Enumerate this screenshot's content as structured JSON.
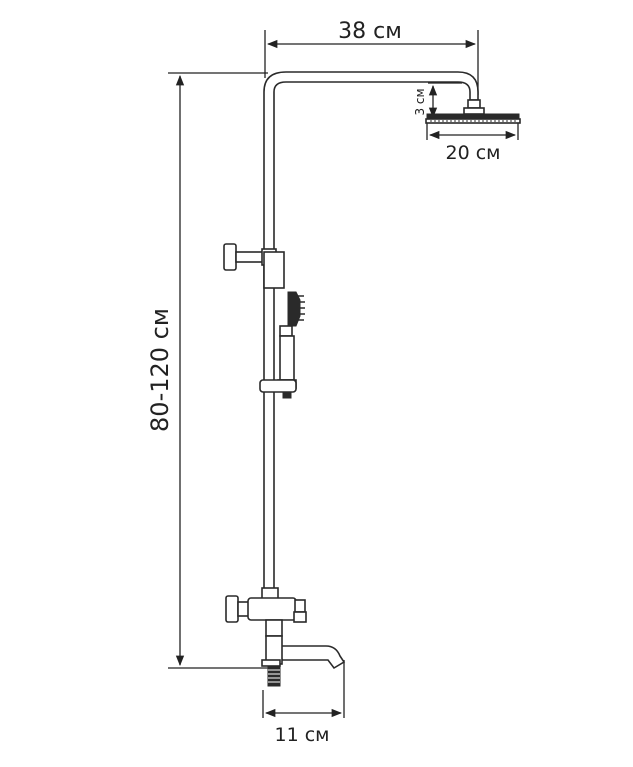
{
  "dimensions": {
    "arm_width": "38 см",
    "head_height": "3 см",
    "head_diameter": "20 см",
    "total_height": "80-120 см",
    "spout_length": "11 см"
  },
  "colors": {
    "line": "#2a2a2a",
    "background": "#ffffff"
  }
}
